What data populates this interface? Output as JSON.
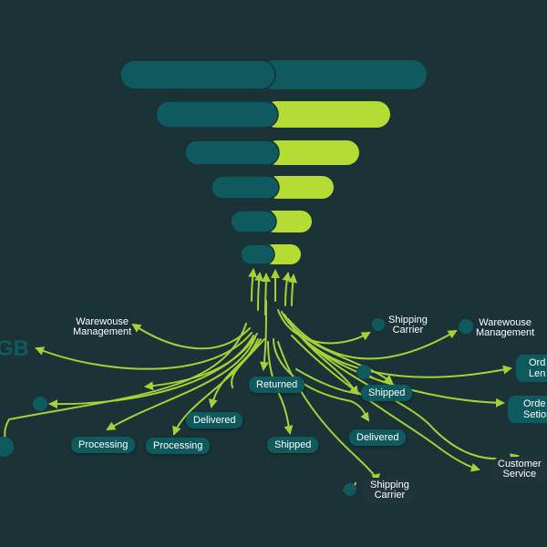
{
  "colors": {
    "background": "#1b3236",
    "teal": "#0f5a5e",
    "lime": "#b5dc34",
    "line": "#a6d139",
    "text": "#ffffff"
  },
  "funnel": {
    "rows": [
      {
        "left_share": 0.5,
        "right_share": 0.5
      },
      {
        "left_share": 0.5,
        "right_share": 0.5
      },
      {
        "left_share": 0.5,
        "right_share": 0.5
      },
      {
        "left_share": 0.5,
        "right_share": 0.5
      },
      {
        "left_share": 0.5,
        "right_share": 0.5
      },
      {
        "left_share": 0.5,
        "right_share": 0.5
      }
    ]
  },
  "nodes": {
    "warehouse_left": "Warewouse\nManagement",
    "warehouse_right": "Warewouse\nManagement",
    "left_fragment": "GB",
    "processing_1": "Processing",
    "processing_2": "Processing",
    "delivered_left": "Delivered",
    "returned": "Returned",
    "shipped_center": "Shipped",
    "shipped_right": "Shipped",
    "delivered_right": "Delivered",
    "shipping_carrier_top": "Shipping\nCarrier",
    "shipping_carrier_bottom": "Shipping\nCarrier",
    "order_len": "Ord\nLen",
    "order_setion": "Orde\nSetion",
    "customer_service": "Customer\nService"
  }
}
